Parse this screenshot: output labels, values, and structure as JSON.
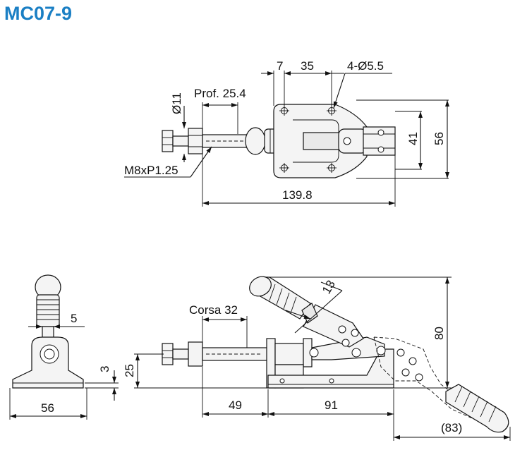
{
  "title": "MC07-9",
  "colors": {
    "title": "#1a7fc4",
    "line": "#111111",
    "part_fill": "#f4f4f4"
  },
  "top_view": {
    "dim_7": "7",
    "dim_35": "35",
    "dim_holes": "4-Ø5.5",
    "dim_dia11": "Ø11",
    "dim_prof": "Prof. 25.4",
    "dim_thread": "M8xP1.25",
    "dim_41": "41",
    "dim_56": "56",
    "dim_139_8": "139.8"
  },
  "side_view": {
    "dim_5": "5",
    "dim_3": "3",
    "dim_56": "56"
  },
  "front_view": {
    "dim_13": "13",
    "dim_corsa": "Corsa 32",
    "dim_25": "25",
    "dim_80": "80",
    "dim_49": "49",
    "dim_91": "91",
    "dim_83": "(83)"
  }
}
